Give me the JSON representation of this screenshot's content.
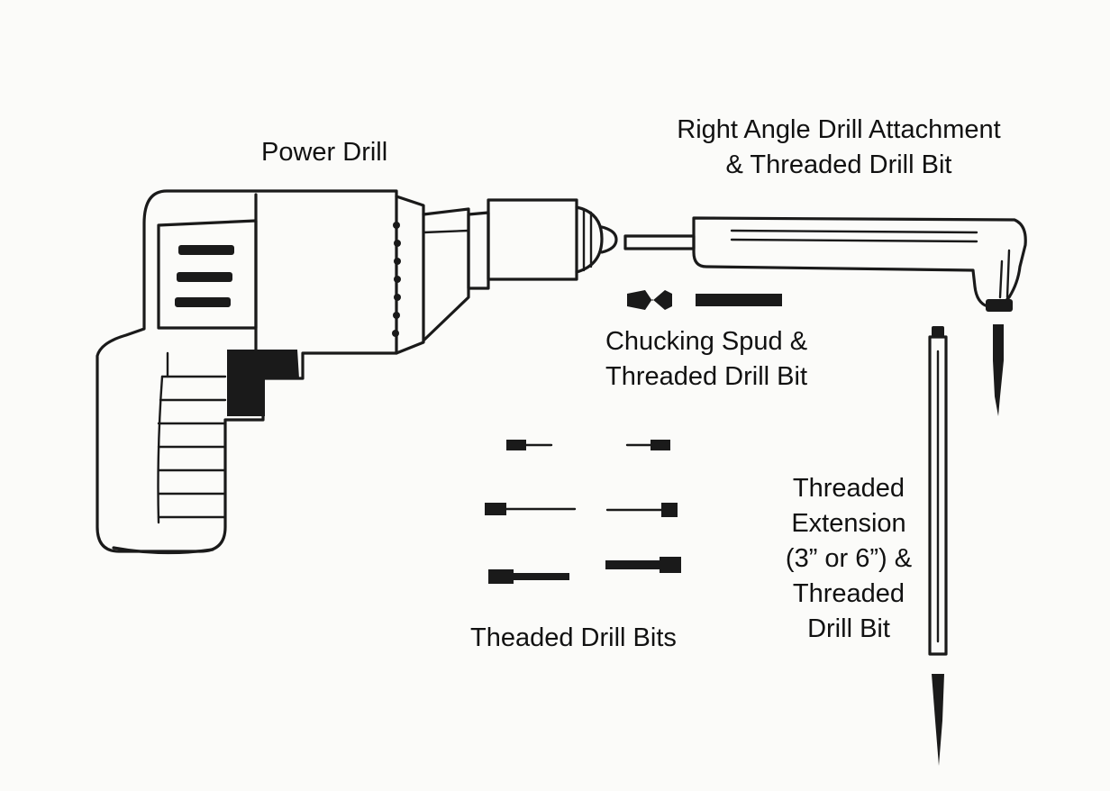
{
  "labels": {
    "power_drill": "Power Drill",
    "right_angle": [
      "Right Angle Drill Attachment",
      "& Threaded Drill Bit"
    ],
    "chucking_spud": [
      "Chucking Spud &",
      "Threaded Drill Bit"
    ],
    "threaded_bits": "Theaded Drill Bits",
    "extension": [
      "Threaded",
      "Extension",
      "(3” or 6”) &",
      "Threaded",
      "Drill Bit"
    ]
  },
  "colors": {
    "ink": "#1a1a1a",
    "paper": "#fbfbf9"
  }
}
